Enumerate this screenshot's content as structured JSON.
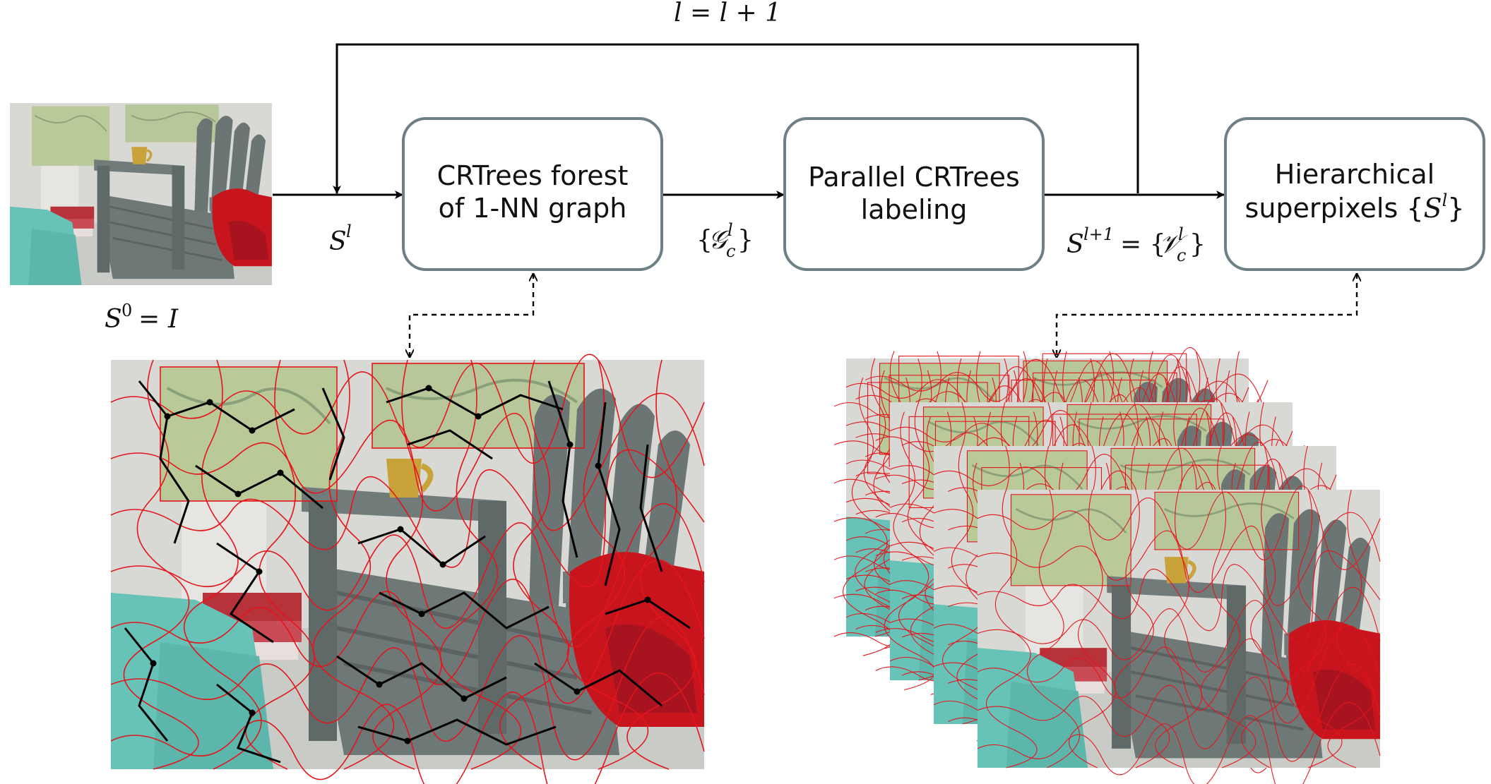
{
  "feedback_label": "l = l + 1",
  "input_label": "S⁰ = I",
  "boxes": {
    "forest": {
      "line1": "CRTrees forest",
      "line2": "of 1-NN graph"
    },
    "labeling": {
      "line1": "Parallel CRTrees",
      "line2": "labeling"
    },
    "output": {
      "line1": "Hierarchical",
      "line2": "superpixels {Sˡ}"
    }
  },
  "edge_labels": {
    "s_l": "Sˡ",
    "g_c": "{𝒢ᶜˡ}",
    "s_next": "Sˡ⁺¹ = {𝒱ᶜˡ}"
  },
  "images": {
    "input_photo": "input-chair-photo",
    "graph_overlay": "graph-forest-overlay",
    "superpixel_stack": "hierarchical-superpixel-stack"
  },
  "colors": {
    "box_border": "#6f7f86",
    "superpixel_red": "#e4151b",
    "chair_gray": "#6b7574",
    "towel_teal": "#67c3b8",
    "map_green": "#b9c998",
    "wall": "#d9dad6"
  }
}
